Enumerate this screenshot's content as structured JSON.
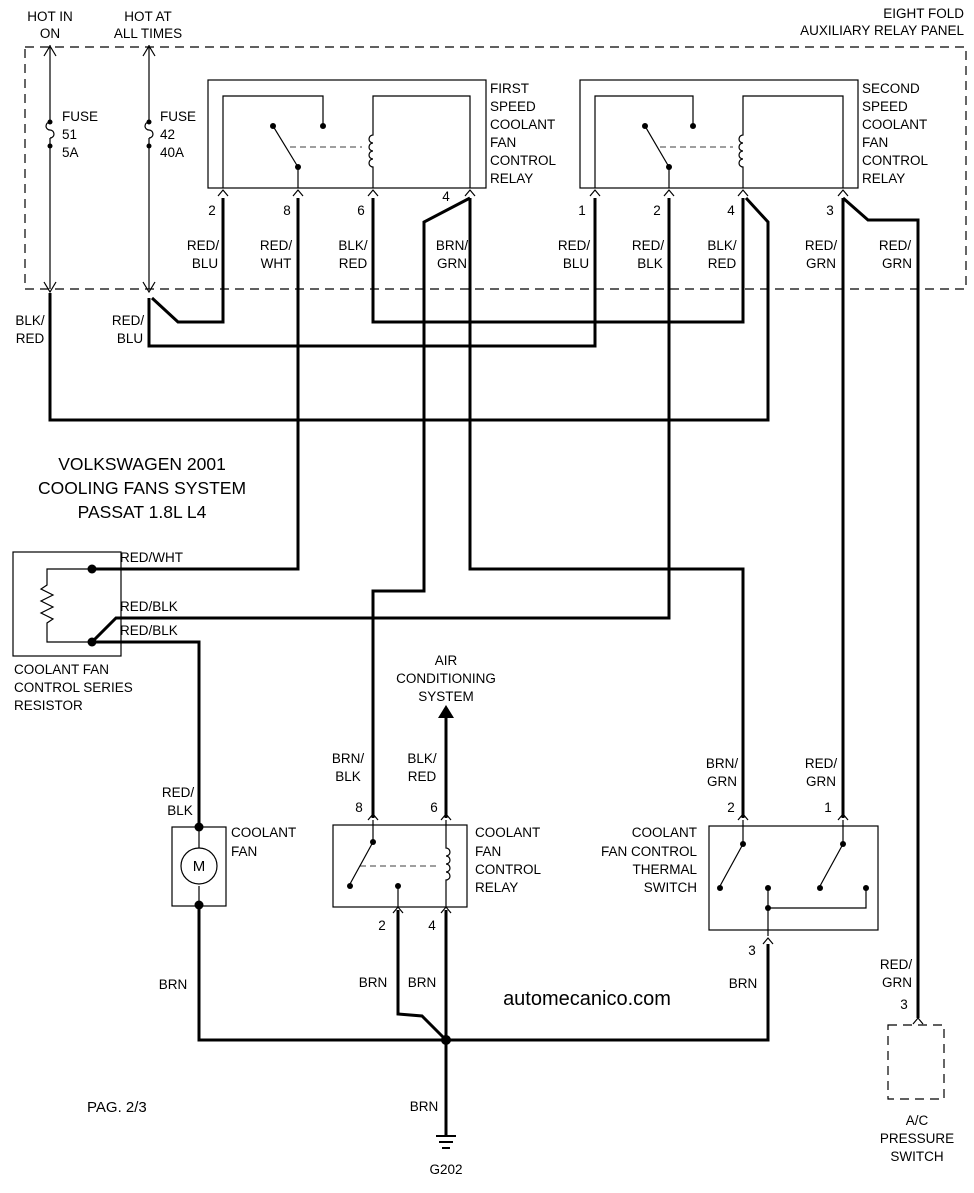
{
  "header": {
    "hot_in_on": [
      "HOT IN",
      "ON"
    ],
    "hot_at_all_times": [
      "HOT AT",
      "ALL TIMES"
    ],
    "panel_label": [
      "EIGHT FOLD",
      "AUXILIARY RELAY PANEL"
    ]
  },
  "fuses": [
    {
      "lines": [
        "FUSE",
        "51",
        "5A"
      ]
    },
    {
      "lines": [
        "FUSE",
        "42",
        "40A"
      ]
    }
  ],
  "relays": {
    "first_speed": {
      "label": [
        "FIRST",
        "SPEED",
        "COOLANT",
        "FAN",
        "CONTROL",
        "RELAY"
      ],
      "pins": [
        "2",
        "8",
        "6",
        "4"
      ]
    },
    "second_speed": {
      "label": [
        "SECOND",
        "SPEED",
        "COOLANT",
        "FAN",
        "CONTROL",
        "RELAY"
      ],
      "pins": [
        "1",
        "2",
        "4",
        "3"
      ]
    },
    "lower": {
      "label": [
        "COOLANT",
        "FAN",
        "CONTROL",
        "RELAY"
      ],
      "pins_top": [
        "8",
        "6"
      ],
      "pins_bottom": [
        "2",
        "4"
      ]
    }
  },
  "wire_labels": {
    "r1_pin2": [
      "RED/",
      "BLU"
    ],
    "r1_pin8": [
      "RED/",
      "WHT"
    ],
    "r1_pin6": [
      "BLK/",
      "RED"
    ],
    "r1_pin4": [
      "BRN/",
      "GRN"
    ],
    "r2_pin1": [
      "RED/",
      "BLU"
    ],
    "r2_pin2": [
      "RED/",
      "BLK"
    ],
    "r2_pin4": [
      "BLK/",
      "RED"
    ],
    "r2_pin3": [
      "RED/",
      "GRN"
    ],
    "r2_out": [
      "RED/",
      "GRN"
    ],
    "fuse51_out": [
      "BLK/",
      "RED"
    ],
    "fuse42_out": [
      "RED/",
      "BLU"
    ],
    "resistor_red_wht": "RED/WHT",
    "resistor_red_blk_1": "RED/BLK",
    "resistor_red_blk_2": "RED/BLK",
    "fan_in": [
      "RED/",
      "BLK"
    ],
    "fan_out": "BRN",
    "relay_pin8": [
      "BRN/",
      "BLK"
    ],
    "relay_pin6": [
      "BLK/",
      "RED"
    ],
    "relay_pin2": "BRN",
    "relay_pin4": "BRN",
    "thermal_pin2": [
      "BRN/",
      "GRN"
    ],
    "thermal_pin1": [
      "RED/",
      "GRN"
    ],
    "thermal_pin3": "BRN",
    "ground": "BRN",
    "ac_pin3": [
      "RED/",
      "GRN"
    ]
  },
  "title": [
    "VOLKSWAGEN 2001",
    "COOLING FANS SYSTEM",
    "PASSAT 1.8L L4"
  ],
  "components": {
    "resistor": [
      "COOLANT FAN",
      "CONTROL SERIES",
      "RESISTOR"
    ],
    "fan": [
      "COOLANT",
      "FAN"
    ],
    "fan_motor_symbol": "M",
    "ac_system": [
      "AIR",
      "CONDITIONING",
      "SYSTEM"
    ],
    "thermal_switch": {
      "label": [
        "COOLANT",
        "FAN CONTROL",
        "THERMAL",
        "SWITCH"
      ],
      "pins": [
        "2",
        "1",
        "3"
      ]
    },
    "ac_switch": {
      "label": [
        "A/C",
        "PRESSURE",
        "SWITCH"
      ],
      "pin": "3"
    },
    "ground": "G202"
  },
  "watermark": "automecanico.com",
  "page": "PAG. 2/3"
}
